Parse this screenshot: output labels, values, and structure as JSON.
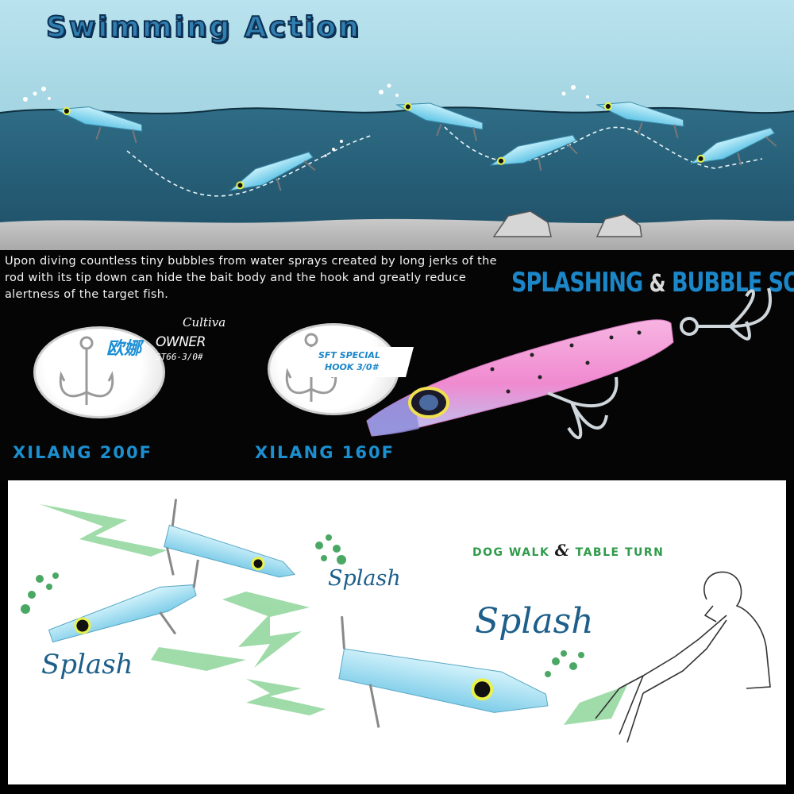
{
  "swimming_section": {
    "title": "Swimming Action"
  },
  "info_section": {
    "description": "Upon diving countless tiny bubbles from water sprays created by long jerks of the rod with its tip down can hide the bait body and the hook and greatly reduce alertness of the target fish.",
    "headline_left": "SPLASHING",
    "headline_amp": "&",
    "headline_right": "BUBBLE SOUND",
    "hook_200": {
      "brand": "Cultiva",
      "cn_name": "欧娜",
      "owner": "OWNER",
      "model": "ST66-3/0#",
      "label": "XILANG 200F"
    },
    "hook_160": {
      "badge_line1": "SFT SPECIAL",
      "badge_line2": "HOOK 3/0#",
      "label": "XILANG 160F"
    }
  },
  "action_section": {
    "heading_left": "DOG WALK",
    "heading_amp": "&",
    "heading_right": "TABLE TURN",
    "splash_words": [
      "Splash",
      "Splash",
      "Splash"
    ]
  },
  "colors": {
    "accent_blue": "#1b86c8",
    "action_green": "#2f9b4a",
    "lure_blue": "#8fd3ea",
    "lure_pink": "#f3a3d8"
  }
}
